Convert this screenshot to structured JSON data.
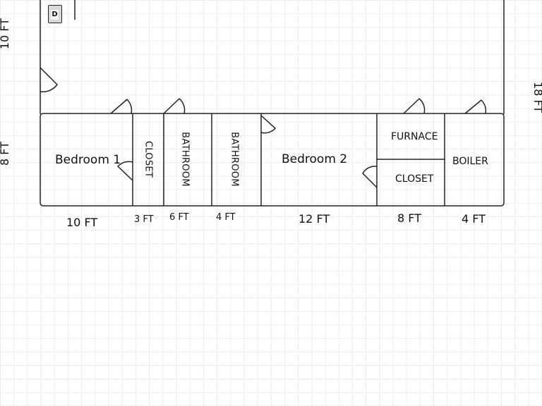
{
  "rooms": {
    "bedroom1": "Bedroom 1",
    "closet1": "CLOSET",
    "bathroom1": "BATHROOM",
    "bathroom2": "BATHROOM",
    "bedroom2": "Bedroom 2",
    "furnace": "FURNACE",
    "closet2": "CLOSET",
    "boiler": "BOILER"
  },
  "dimensions": {
    "bedroom1": "10 FT",
    "closet1": "3 FT",
    "bathroom1": "6 FT",
    "bathroom2": "4 FT",
    "bedroom2": "12 FT",
    "furnace_closet": "8 FT",
    "boiler": "4 FT",
    "left_upper": "10 FT",
    "left_lower": "8 FT",
    "right": "18 FT"
  },
  "appliance": {
    "label": "D"
  },
  "colors": {
    "wall": "#222222",
    "grid": "#ececec",
    "background": "#ffffff"
  }
}
